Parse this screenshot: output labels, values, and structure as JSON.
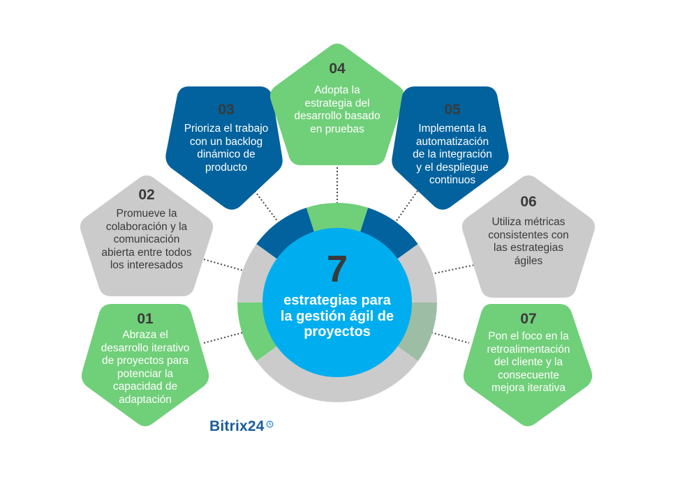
{
  "center": {
    "number": "7",
    "label_line1": "estrategias para",
    "label_line2": "la gestión ágil de",
    "label_line3": "proyectos"
  },
  "strategies": [
    {
      "number": "01",
      "text_lines": [
        "Abraza el",
        "desarrollo iterativo",
        "de proyectos para",
        "potenciar la",
        "capacidad de",
        "adaptación"
      ],
      "color": "#70CF79"
    },
    {
      "number": "02",
      "text_lines": [
        "Promueve la",
        "colaboración y la",
        "comunicación",
        "abierta entre todos",
        "los interesados"
      ],
      "color": "#CBCBCB"
    },
    {
      "number": "03",
      "text_lines": [
        "Prioriza el trabajo",
        "con un backlog",
        "dinámico de",
        "producto"
      ],
      "color": "#01629D"
    },
    {
      "number": "04",
      "text_lines": [
        "Adopta la",
        "estrategia del",
        "desarrollo basado",
        "en pruebas"
      ],
      "color": "#70CF79"
    },
    {
      "number": "05",
      "text_lines": [
        "Implementa la",
        "automatización",
        "de la integración",
        "y el despliegue",
        "continuos"
      ],
      "color": "#01629D"
    },
    {
      "number": "06",
      "text_lines": [
        "Utiliza métricas",
        "consistentes con",
        "las estrategias",
        "ágiles"
      ],
      "color": "#CBCBCB"
    },
    {
      "number": "07",
      "text_lines": [
        "Pon el foco en la",
        "retroalimentación",
        "del cliente y la",
        "consecuente",
        "mejora iterativa"
      ],
      "color": "#70CF79"
    }
  ],
  "ring_colors": {
    "green": "#70CF79",
    "dark_blue": "#01629D",
    "gray": "#CBCBCB",
    "muted_green": "#9DBDA5",
    "center_blue": "#00AEEF"
  },
  "logo": {
    "text": "Bitrix24",
    "icon": "clock-icon"
  }
}
